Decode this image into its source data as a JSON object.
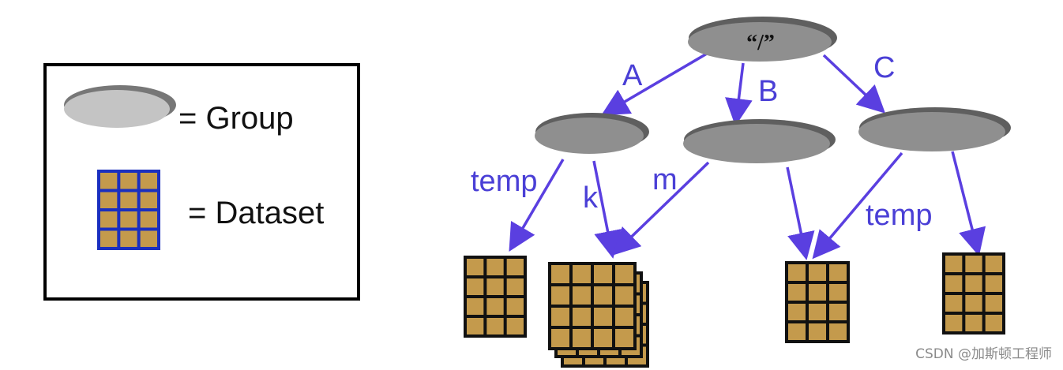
{
  "legend": {
    "group_label": "= Group",
    "dataset_label": "= Dataset"
  },
  "tree": {
    "root_label": "“/”",
    "edges": {
      "A": "A",
      "B": "B",
      "C": "C",
      "temp_left": "temp",
      "k": "k",
      "m": "m",
      "temp_right": "temp"
    }
  },
  "colors": {
    "arrow": "#5a3fe0",
    "edge_label": "#4a3fd6",
    "group_fill": "#8f8f8f",
    "group_shadow": "#5f5f5f",
    "legend_group_fill": "#c4c4c4",
    "dataset_cell": "#c49a4c",
    "dataset_border": "#111111",
    "legend_dataset_border": "#1a2fbf"
  },
  "watermark": "CSDN @加斯顿工程师"
}
